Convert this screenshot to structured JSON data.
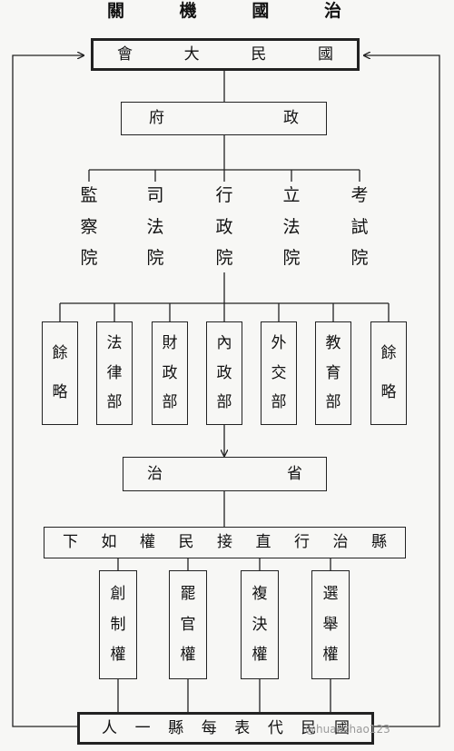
{
  "title": [
    "關",
    "機",
    "國",
    "治"
  ],
  "top_box": [
    "會",
    "大",
    "民",
    "國"
  ],
  "government": [
    "府",
    "政"
  ],
  "yuans": [
    [
      "監",
      "察",
      "院"
    ],
    [
      "司",
      "法",
      "院"
    ],
    [
      "行",
      "政",
      "院"
    ],
    [
      "立",
      "法",
      "院"
    ],
    [
      "考",
      "試",
      "院"
    ]
  ],
  "ministries": [
    [
      "餘",
      "略"
    ],
    [
      "法",
      "律",
      "部"
    ],
    [
      "財",
      "政",
      "部"
    ],
    [
      "內",
      "政",
      "部"
    ],
    [
      "外",
      "交",
      "部"
    ],
    [
      "教",
      "育",
      "部"
    ],
    [
      "餘",
      "略"
    ]
  ],
  "province": [
    "治",
    "省"
  ],
  "county_box": [
    "下",
    "如",
    "權",
    "民",
    "接",
    "直",
    "行",
    "治",
    "縣"
  ],
  "rights": [
    [
      "創",
      "制",
      "權"
    ],
    [
      "罷",
      "官",
      "權"
    ],
    [
      "複",
      "決",
      "權"
    ],
    [
      "選",
      "舉",
      "權"
    ]
  ],
  "bottom_box": [
    "人",
    "一",
    "縣",
    "每",
    "表",
    "代",
    "民",
    "國"
  ],
  "watermark": "@huaochao123"
}
